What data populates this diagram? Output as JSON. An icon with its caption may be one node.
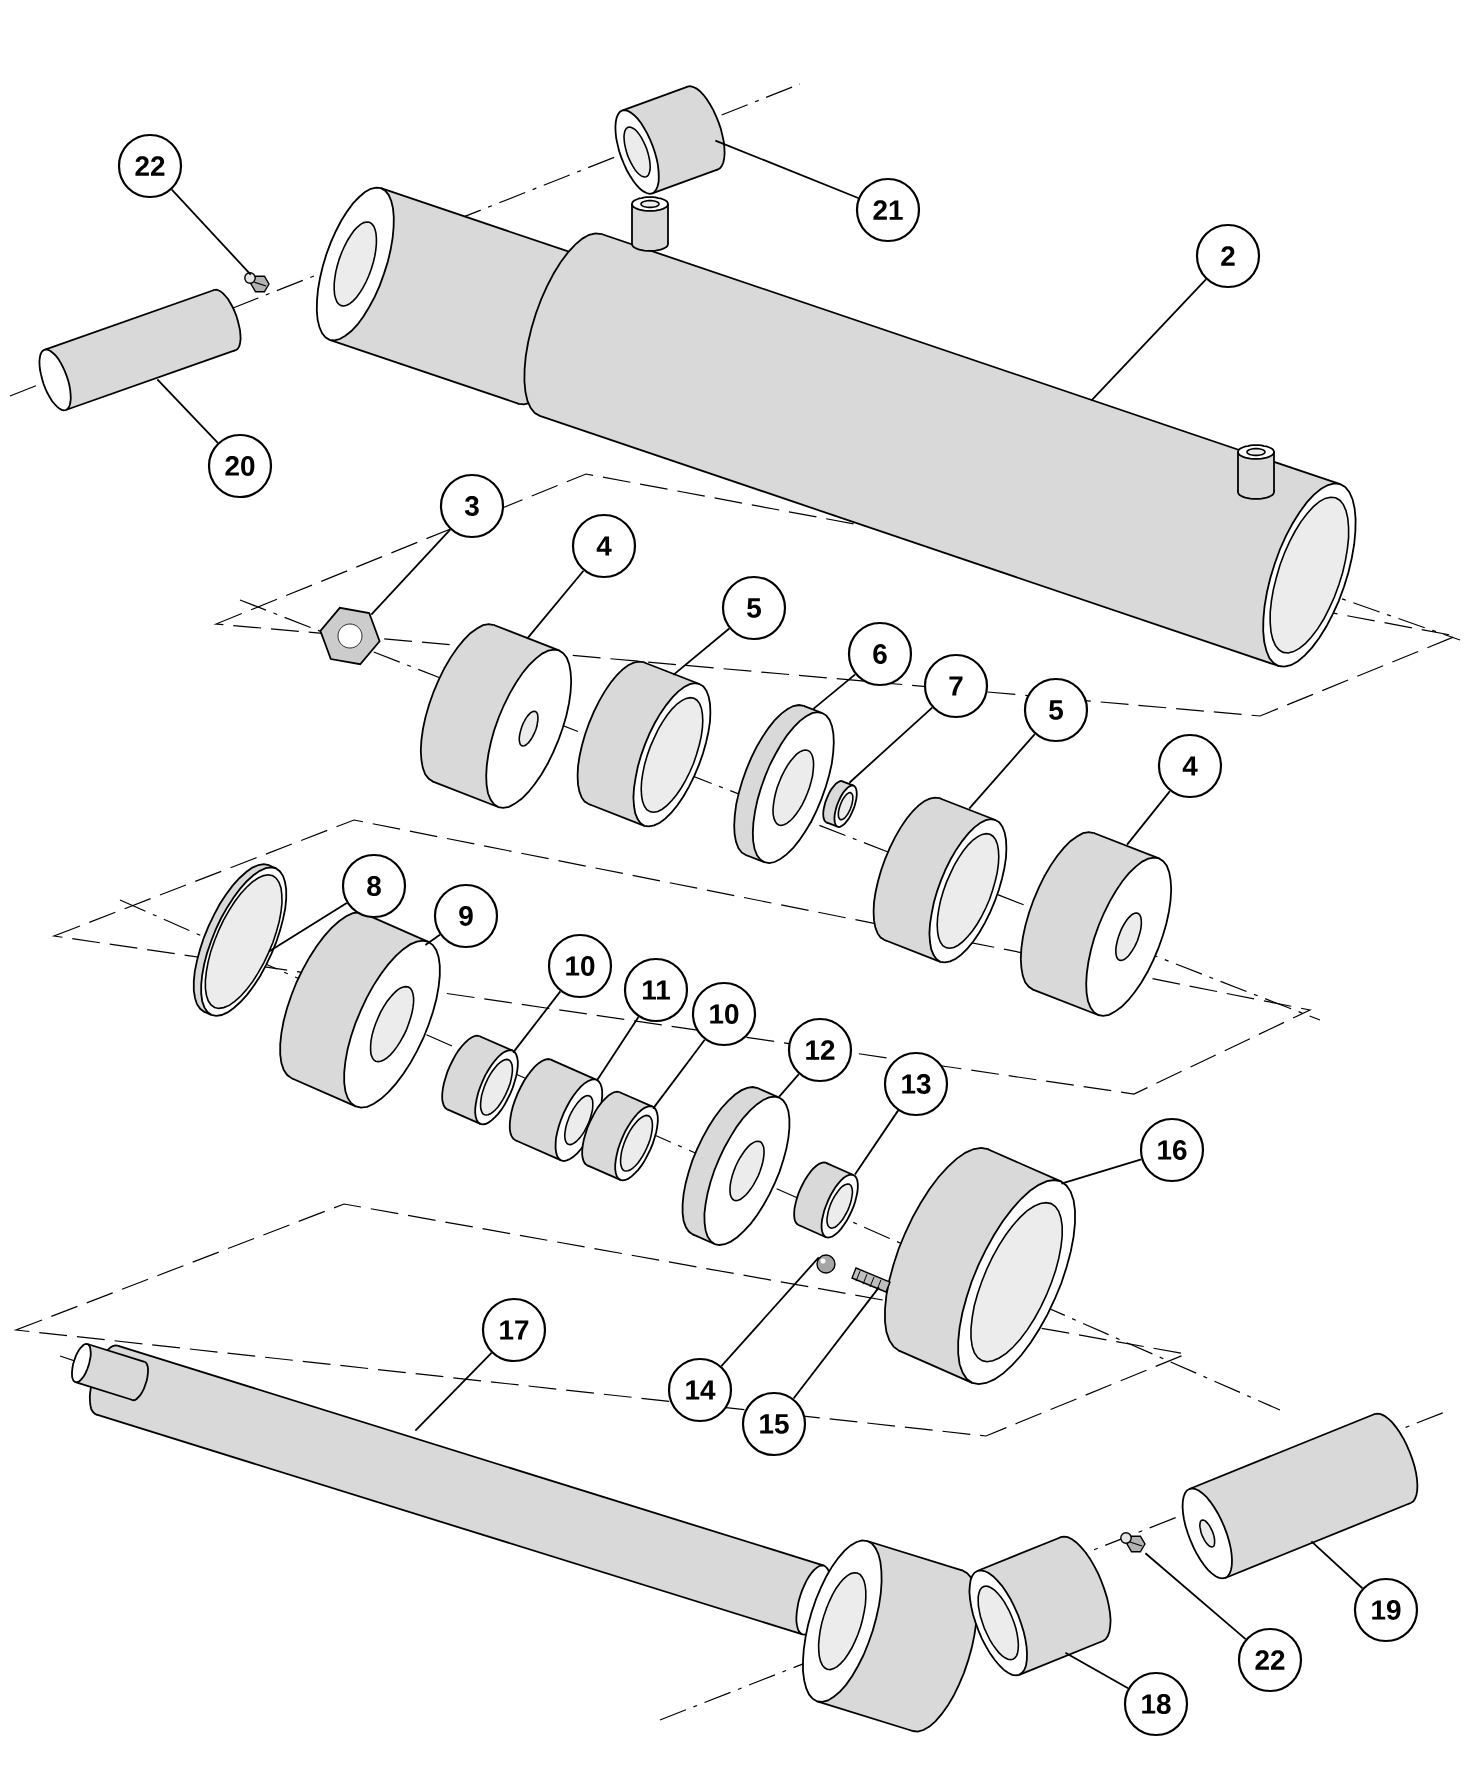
{
  "diagram": {
    "nodes": [
      {
        "text": [
          "22"
        ]
      },
      {
        "text": [
          "21"
        ]
      },
      {
        "text": [
          "2"
        ]
      },
      {
        "text": [
          "20"
        ]
      },
      {
        "text": [
          "3"
        ]
      },
      {
        "text": [
          "4"
        ]
      },
      {
        "text": [
          "5"
        ]
      },
      {
        "text": [
          "6"
        ]
      },
      {
        "text": [
          "7"
        ]
      },
      {
        "text": [
          "5"
        ]
      },
      {
        "text": [
          "4"
        ]
      },
      {
        "text": [
          "8"
        ]
      },
      {
        "text": [
          "9"
        ]
      },
      {
        "text": [
          "10"
        ]
      },
      {
        "text": [
          "11"
        ]
      },
      {
        "text": [
          "10"
        ]
      },
      {
        "text": [
          "12"
        ]
      },
      {
        "text": [
          "13"
        ]
      },
      {
        "text": [
          "16"
        ]
      },
      {
        "text": [
          "17"
        ]
      },
      {
        "text": [
          "14"
        ]
      },
      {
        "text": [
          "15"
        ]
      },
      {
        "text": [
          "19"
        ]
      },
      {
        "text": [
          "22"
        ]
      },
      {
        "text": [
          "18"
        ]
      },
      {
        "text": [],
        "shape": "picture"
      },
      {
        "text": [],
        "shape": "picture"
      },
      {
        "text": [],
        "shape": "picture"
      },
      {
        "text": [],
        "shape": "picture"
      },
      {
        "text": [],
        "shape": "picture"
      },
      {
        "text": [],
        "shape": "picture"
      },
      {
        "text": [],
        "shape": "picture"
      },
      {
        "text": [],
        "shape": "picture"
      },
      {
        "text": [],
        "shape": "picture"
      },
      {
        "text": [],
        "shape": "picture"
      },
      {
        "text": [],
        "shape": "picture"
      },
      {
        "text": [],
        "shape": "picture"
      },
      {
        "text": [],
        "shape": "picture"
      },
      {
        "text": [],
        "shape": "picture"
      },
      {
        "text": [],
        "shape": "picture"
      },
      {
        "text": [],
        "shape": "picture"
      },
      {
        "text": [],
        "shape": "picture"
      },
      {
        "text": [],
        "shape": "picture"
      },
      {
        "text": [],
        "shape": "picture"
      },
      {
        "text": [],
        "shape": "picture"
      },
      {
        "text": [],
        "shape": "picture"
      },
      {
        "text": [],
        "shape": "picture"
      },
      {
        "text": [],
        "shape": "picture"
      },
      {
        "text": [],
        "shape": "picture"
      },
      {
        "text": [],
        "shape": "picture"
      }
    ],
    "edges": [
      {
        "from": 0,
        "to": 25,
        "arrow": "none"
      },
      {
        "from": 1,
        "to": 26,
        "arrow": "none"
      },
      {
        "from": 2,
        "to": 27,
        "arrow": "none"
      },
      {
        "from": 3,
        "to": 28,
        "arrow": "none"
      },
      {
        "from": 4,
        "to": 29,
        "arrow": "none"
      },
      {
        "from": 5,
        "to": 30,
        "arrow": "none"
      },
      {
        "from": 6,
        "to": 31,
        "arrow": "none"
      },
      {
        "from": 7,
        "to": 32,
        "arrow": "none"
      },
      {
        "from": 8,
        "to": 33,
        "arrow": "none"
      },
      {
        "from": 9,
        "to": 34,
        "arrow": "none"
      },
      {
        "from": 10,
        "to": 35,
        "arrow": "none"
      },
      {
        "from": 11,
        "to": 36,
        "arrow": "none"
      },
      {
        "from": 12,
        "to": 37,
        "arrow": "none"
      },
      {
        "from": 13,
        "to": 38,
        "arrow": "none"
      },
      {
        "from": 14,
        "to": 39,
        "arrow": "none"
      },
      {
        "from": 15,
        "to": 40,
        "arrow": "none"
      },
      {
        "from": 16,
        "to": 41,
        "arrow": "none"
      },
      {
        "from": 17,
        "to": 42,
        "arrow": "none"
      },
      {
        "from": 18,
        "to": 43,
        "arrow": "none"
      },
      {
        "from": 19,
        "to": 44,
        "arrow": "none"
      },
      {
        "from": 20,
        "to": 45,
        "arrow": "none"
      },
      {
        "from": 21,
        "to": 46,
        "arrow": "none"
      },
      {
        "from": 22,
        "to": 47,
        "arrow": "none"
      },
      {
        "from": 23,
        "to": 48,
        "arrow": "none"
      },
      {
        "from": 24,
        "to": 49,
        "arrow": "none"
      }
    ]
  }
}
